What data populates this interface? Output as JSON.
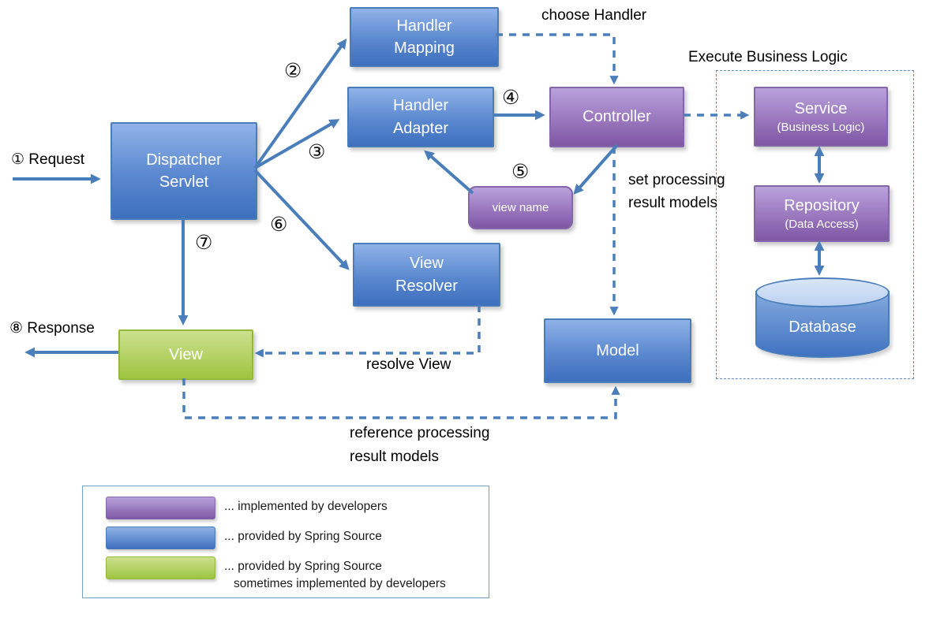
{
  "nodes": {
    "handler_mapping": {
      "line1": "Handler",
      "line2": "Mapping"
    },
    "handler_adapter": {
      "line1": "Handler",
      "line2": "Adapter"
    },
    "dispatcher_servlet": {
      "line1": "Dispatcher",
      "line2": "Servlet"
    },
    "controller": {
      "label": "Controller"
    },
    "view_name": {
      "label": "view name"
    },
    "view_resolver": {
      "line1": "View",
      "line2": "Resolver"
    },
    "view": {
      "label": "View"
    },
    "model": {
      "label": "Model"
    },
    "service": {
      "label": "Service",
      "sublabel": "(Business Logic)"
    },
    "repository": {
      "label": "Repository",
      "sublabel": "(Data Access)"
    },
    "database": {
      "label": "Database"
    }
  },
  "annotations": {
    "request": "① Request",
    "response": "⑧ Response",
    "choose_handler": "choose Handler",
    "execute_business_logic": "Execute Business Logic",
    "set_processing_line1": "set processing",
    "set_processing_line2": "result models",
    "resolve_view": "resolve View",
    "reference_processing_line1": "reference processing",
    "reference_processing_line2": "result models"
  },
  "steps": {
    "s2": "②",
    "s3": "③",
    "s4": "④",
    "s5": "⑤",
    "s6": "⑥",
    "s7": "⑦"
  },
  "legend": {
    "items": [
      {
        "color": "#8E66AE",
        "label": "... implemented by developers"
      },
      {
        "color": "#5A88CF",
        "label": "... provided by Spring Source"
      },
      {
        "color": "#AFCB55",
        "label": "... provided by Spring Source",
        "label2": "sometimes implemented by developers"
      }
    ]
  },
  "colors": {
    "node_blue": "#5A88CF",
    "node_purple": "#9A77BE",
    "node_green": "#B4D164",
    "arrow_blue": "#4A7EBB",
    "text_black": "#000000",
    "background": "#FFFFFF"
  }
}
